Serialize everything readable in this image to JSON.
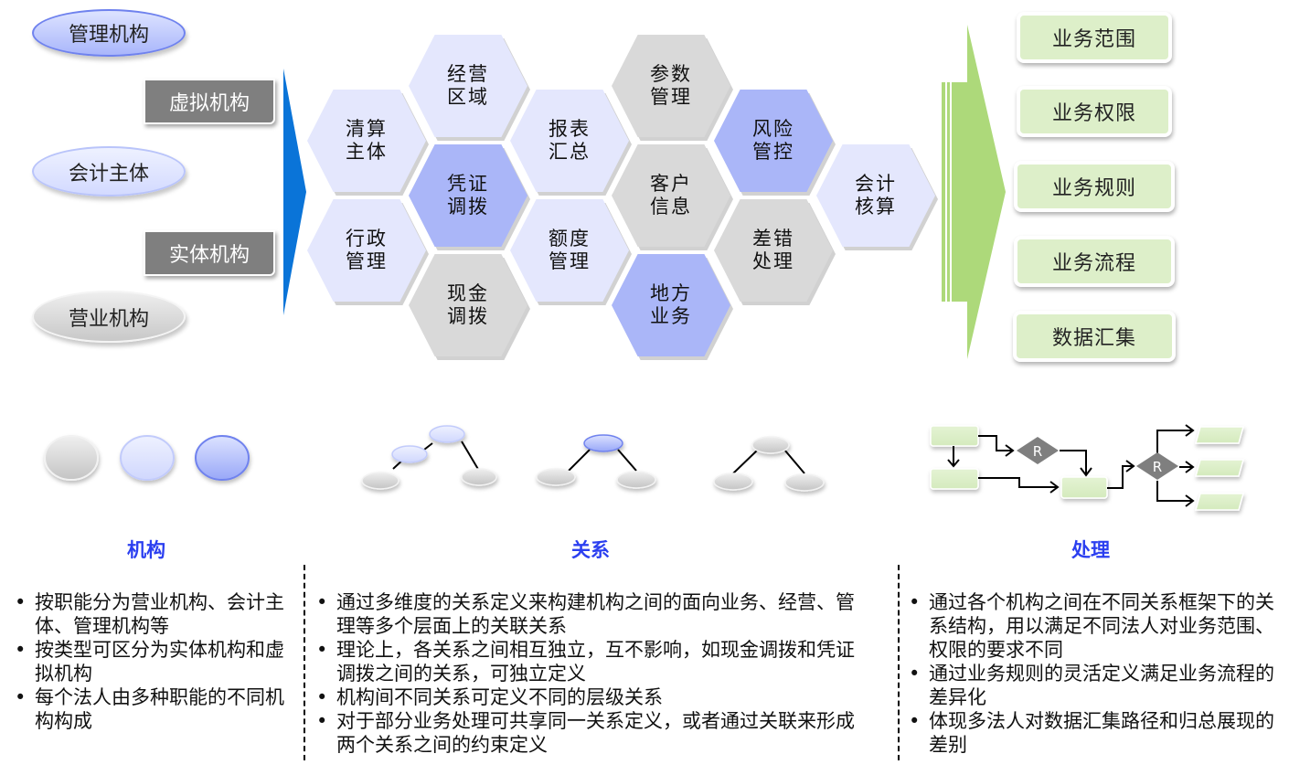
{
  "left_nodes": {
    "management": "管理机构",
    "virtual": "虚拟机构",
    "accounting_entity": "会计主体",
    "physical": "实体机构",
    "business": "营业机构"
  },
  "hexagons": [
    {
      "id": "jingying-quyu",
      "label": "经营\n区域",
      "tone": "light"
    },
    {
      "id": "qingsuan-zhuti",
      "label": "清算\n主体",
      "tone": "light"
    },
    {
      "id": "pingzheng-diaobo",
      "label": "凭证\n调拨",
      "tone": "mid"
    },
    {
      "id": "xingzheng-guanli",
      "label": "行政\n管理",
      "tone": "light"
    },
    {
      "id": "xianjin-diaobo",
      "label": "现金\n调拨",
      "tone": "grey"
    },
    {
      "id": "baobiao-huizong",
      "label": "报表\n汇总",
      "tone": "light"
    },
    {
      "id": "edu-guanli",
      "label": "额度\n管理",
      "tone": "light"
    },
    {
      "id": "canshu-guanli",
      "label": "参数\n管理",
      "tone": "grey"
    },
    {
      "id": "kehu-xinxi",
      "label": "客户\n信息",
      "tone": "grey"
    },
    {
      "id": "difang-yewu",
      "label": "地方\n业务",
      "tone": "mid"
    },
    {
      "id": "fengxian-guankong",
      "label": "风险\n管控",
      "tone": "mid"
    },
    {
      "id": "chacuo-chuli",
      "label": "差错\n处理",
      "tone": "grey"
    },
    {
      "id": "kuaiji-hesuan",
      "label": "会计\n核算",
      "tone": "light"
    }
  ],
  "results": [
    "业务范围",
    "业务权限",
    "业务规则",
    "业务流程",
    "数据汇集"
  ],
  "colors": {
    "blue_arrow": "#0a74d8",
    "green_arrow": "#add97a",
    "section_title": "#2b3ff0",
    "hex_light": "#e4e7fd",
    "hex_mid": "#aab6f8",
    "hex_grey": "#d9d9d9",
    "result_fill": "#ddefc9",
    "diamond": "#7f7f7f"
  },
  "flow_diagram": {
    "decision_label": "R"
  },
  "sections": [
    {
      "title": "机构",
      "bullets": [
        "按职能分为营业机构、会计主体、管理机构等",
        "按类型可区分为实体机构和虚拟机构",
        "每个法人由多种职能的不同机构构成"
      ]
    },
    {
      "title": "关系",
      "bullets": [
        "通过多维度的关系定义来构建机构之间的面向业务、经营、管理等多个层面上的关联关系",
        "理论上，各关系之间相互独立，互不影响，如现金调拨和凭证调拨之间的关系，可独立定义",
        "机构间不同关系可定义不同的层级关系",
        "对于部分业务处理可共享同一关系定义，或者通过关联来形成两个关系之间的约束定义"
      ]
    },
    {
      "title": "处理",
      "bullets": [
        "通过各个机构之间在不同关系框架下的关系结构，用以满足不同法人对业务范围、权限的要求不同",
        "通过业务规则的灵活定义满足业务流程的差异化",
        "体现多法人对数据汇集路径和归总展现的差别"
      ]
    }
  ]
}
